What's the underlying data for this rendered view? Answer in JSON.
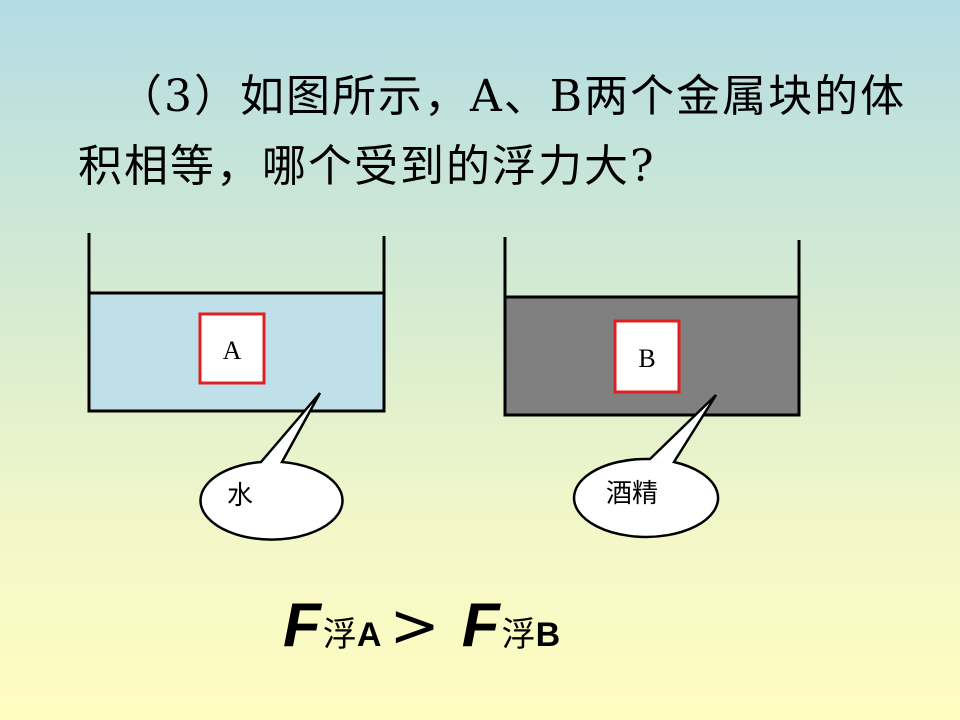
{
  "question": {
    "text": "（3）如图所示，A、B两个金属块的体积相等，哪个受到的浮力大?"
  },
  "figure": {
    "left_container": {
      "block_label": "A",
      "liquid_label": "水",
      "liquid_color": "#bfe0e8"
    },
    "right_container": {
      "block_label": "B",
      "liquid_label": "酒精",
      "liquid_color": "#808080"
    },
    "block_border_color": "#e02020"
  },
  "answer": {
    "left_F": "F",
    "left_sub_cjk": "浮",
    "left_sub_letter": "A",
    "operator": ">",
    "right_F": "F",
    "right_sub_cjk": "浮",
    "right_sub_letter": "B"
  }
}
